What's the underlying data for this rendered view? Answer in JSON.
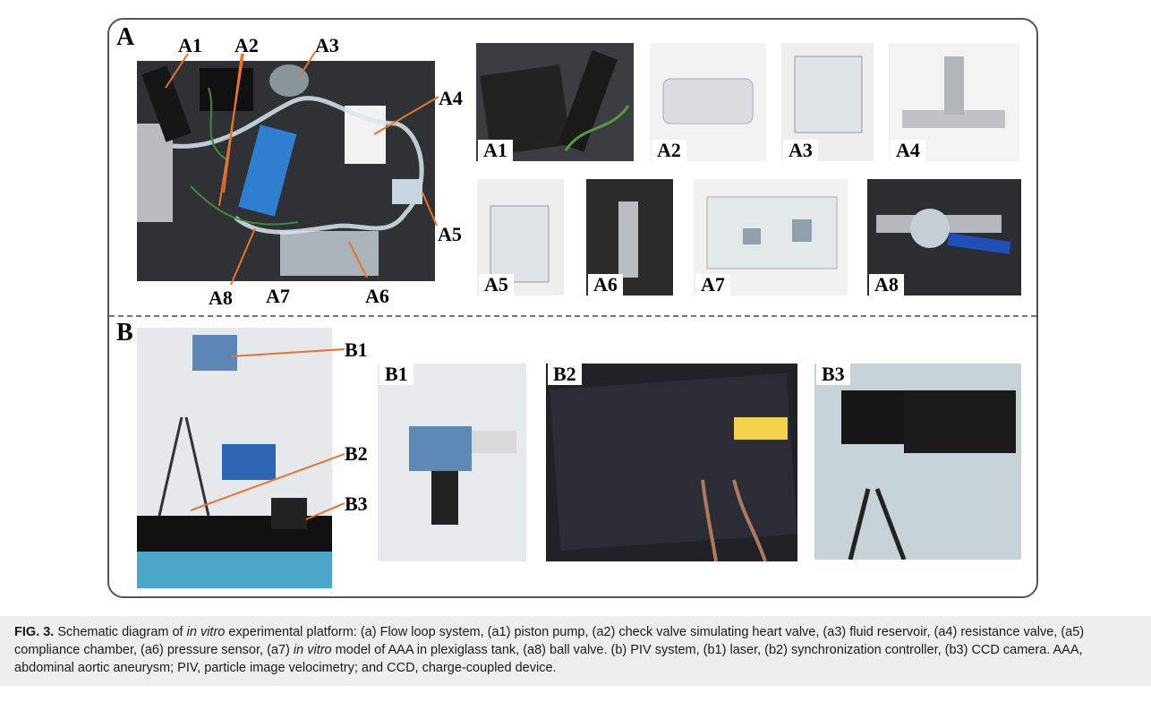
{
  "figure": {
    "section_a": "A",
    "section_b": "B",
    "a_callouts": [
      "A1",
      "A2",
      "A3",
      "A4",
      "A5",
      "A6",
      "A7",
      "A8"
    ],
    "a_thumbs": [
      "A1",
      "A2",
      "A3",
      "A4",
      "A5",
      "A6",
      "A7",
      "A8"
    ],
    "b_callouts": [
      "B1",
      "B2",
      "B3"
    ],
    "b_thumbs": [
      "B1",
      "B2",
      "B3"
    ]
  },
  "caption": {
    "label": "FIG. 3.",
    "part1": " Schematic diagram of ",
    "ital1": "in vitro",
    "part2": " experimental platform: (a) Flow loop system, (a1) piston pump, (a2) check valve simulating heart valve, (a3) fluid reservoir, (a4) resistance valve, (a5) compliance chamber, (a6) pressure sensor, (a7) ",
    "ital2": "in vitro",
    "part3": " model of AAA in plexiglass tank, (a8) ball valve. (b) PIV system, (b1) laser, (b2) synchronization controller, (b3) CCD camera. AAA, abdominal aortic aneurysm; PIV, particle image velocimetry; and CCD, charge-coupled device."
  },
  "colors": {
    "leader": "#e8752a",
    "leader_b": "#e8752a",
    "caption_bg": "#eeeeee"
  }
}
